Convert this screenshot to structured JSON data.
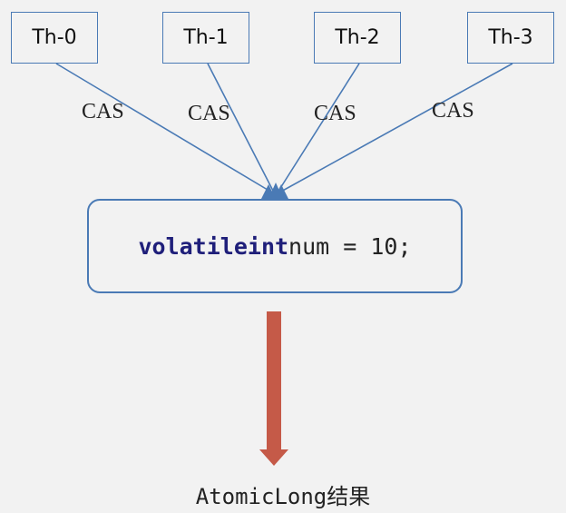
{
  "threads": [
    "Th-0",
    "Th-1",
    "Th-2",
    "Th-3"
  ],
  "cas_labels": [
    "CAS",
    "CAS",
    "CAS",
    "CAS"
  ],
  "code": {
    "kw1": "volatile",
    "kw2": "int",
    "rest": "num = 10;"
  },
  "result": "AtomicLong结果",
  "colors": {
    "box_border": "#4a7ab5",
    "line": "#4a7ab5",
    "arrow": "#c55a48",
    "keyword": "#1f1f7a"
  }
}
